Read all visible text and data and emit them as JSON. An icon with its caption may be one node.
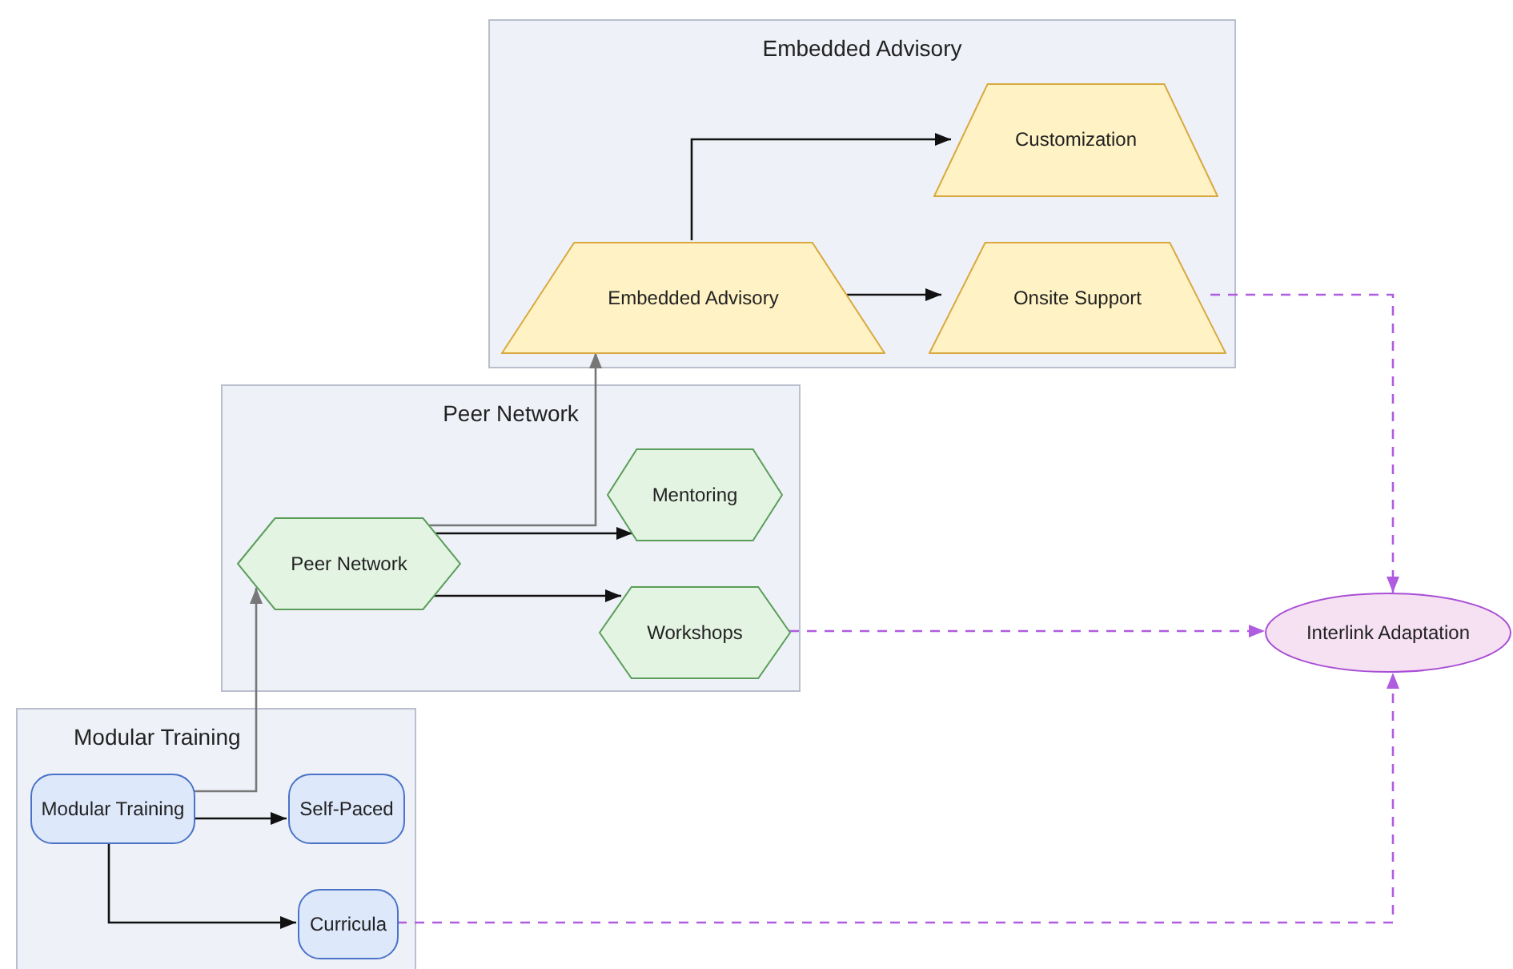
{
  "diagram": {
    "nodes": [
      {
        "text": [
          "Embedded Advisory"
        ]
      },
      {
        "text": [
          "Embedded Advisory"
        ],
        "in": 0
      },
      {
        "text": [
          "Customization"
        ],
        "in": 0
      },
      {
        "text": [
          "Onsite Support"
        ],
        "in": 0
      },
      {
        "text": [
          "Peer Network"
        ]
      },
      {
        "text": [
          "Peer Network"
        ],
        "in": 4
      },
      {
        "text": [
          "Mentoring"
        ],
        "in": 4
      },
      {
        "text": [
          "Workshops"
        ],
        "in": 4
      },
      {
        "text": [
          "Modular Training"
        ]
      },
      {
        "text": [
          "Modular Training"
        ],
        "in": 8
      },
      {
        "text": [
          "Self-Paced"
        ],
        "in": 8
      },
      {
        "text": [
          "Curricula"
        ],
        "in": 8
      },
      {
        "text": [
          "Interlink Adaptation"
        ]
      }
    ],
    "edges": [
      {
        "from": 9,
        "to": 5,
        "arrow": "to",
        "color": "#777777"
      },
      {
        "from": 5,
        "to": 1,
        "arrow": "to",
        "color": "#777777"
      },
      {
        "from": 1,
        "to": 2,
        "arrow": "to"
      },
      {
        "from": 1,
        "to": 3,
        "arrow": "to"
      },
      {
        "from": 5,
        "to": 6,
        "arrow": "to"
      },
      {
        "from": 5,
        "to": 7,
        "arrow": "to"
      },
      {
        "from": 9,
        "to": 10,
        "arrow": "to"
      },
      {
        "from": 9,
        "to": 11,
        "arrow": "to"
      },
      {
        "from": 3,
        "to": 12,
        "arrow": "to",
        "style": "dashed",
        "color": "#b05ce0"
      },
      {
        "from": 7,
        "to": 12,
        "arrow": "to",
        "style": "dashed",
        "color": "#b05ce0"
      },
      {
        "from": 11,
        "to": 12,
        "arrow": "to",
        "style": "dashed",
        "color": "#b05ce0"
      }
    ]
  }
}
